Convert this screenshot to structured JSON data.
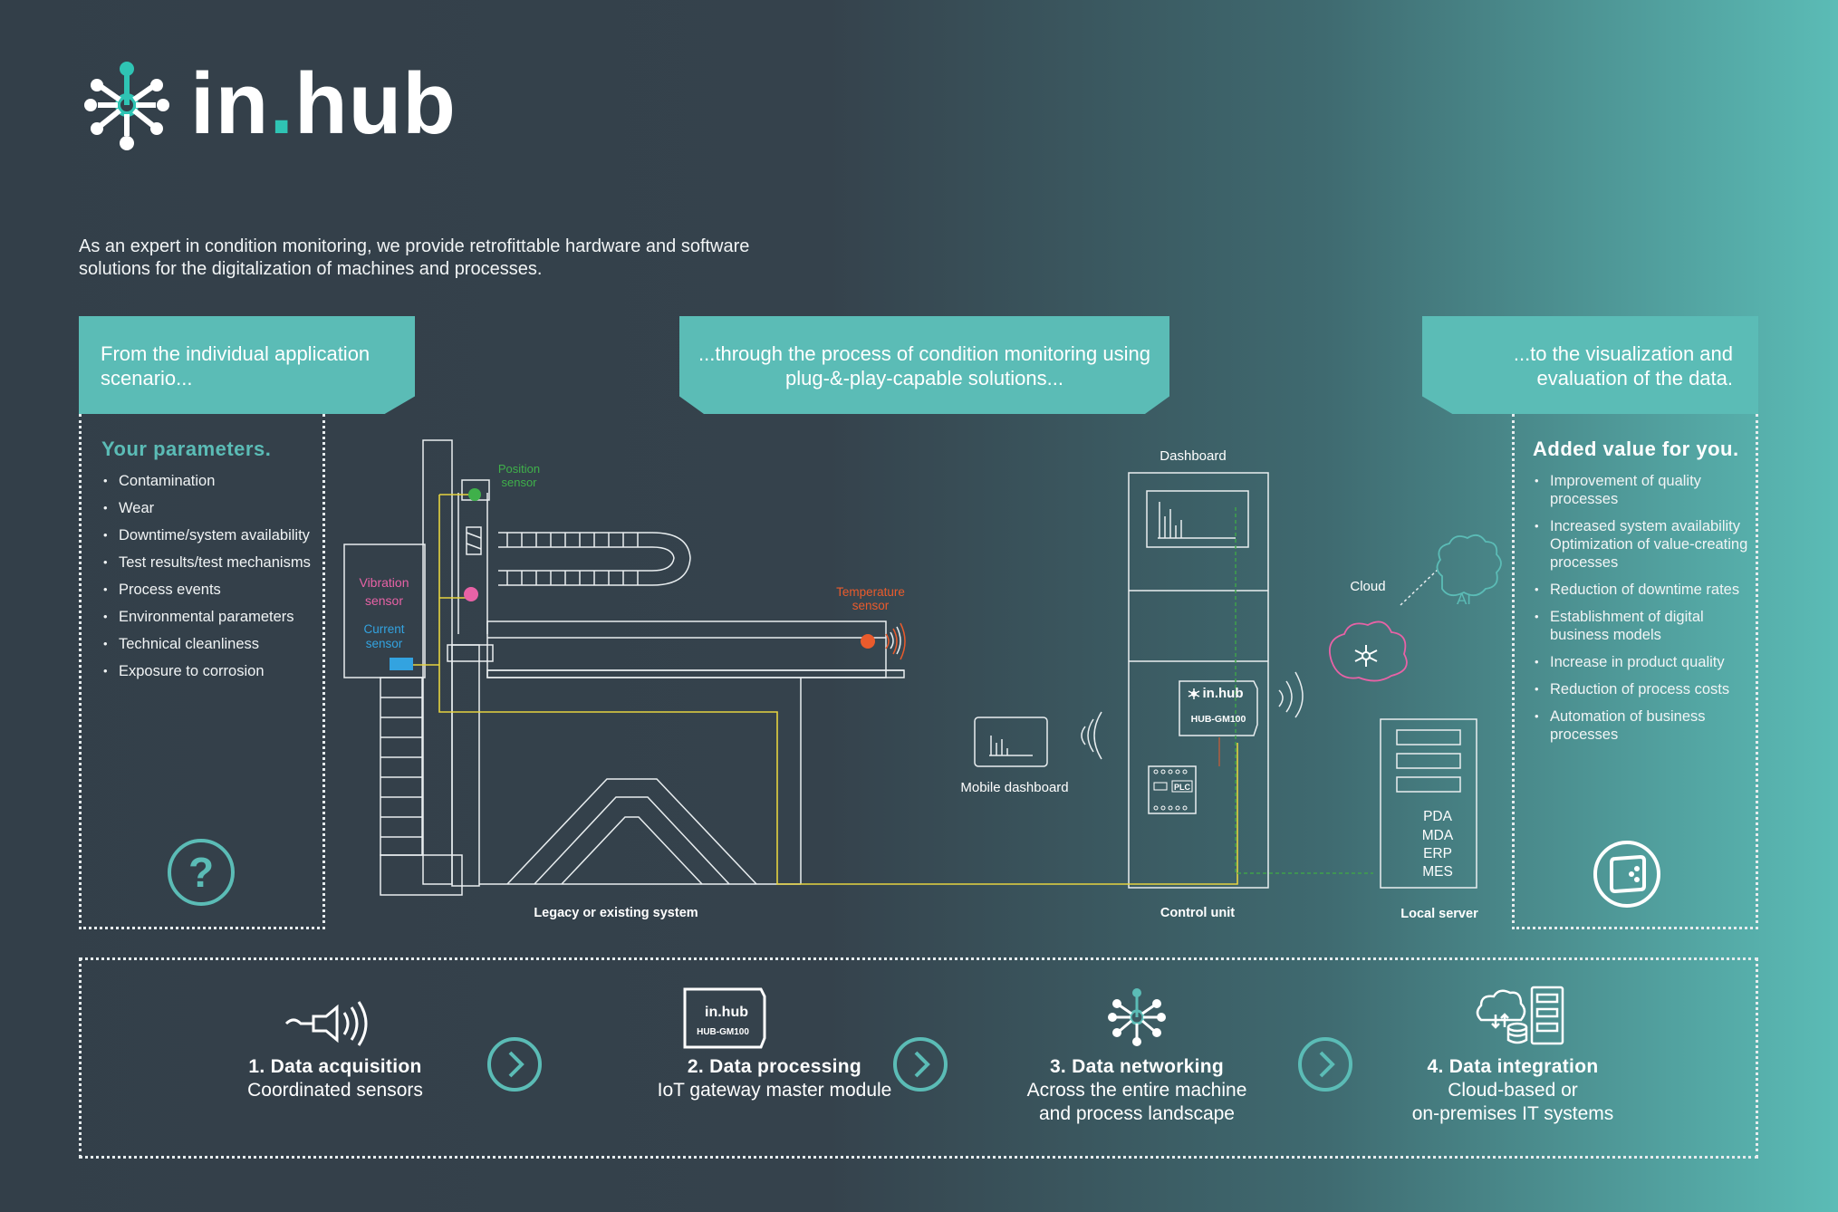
{
  "brand": {
    "name_part1": "in",
    "name_dot": ".",
    "name_part2": "hub"
  },
  "intro": "As an expert in condition monitoring, we provide retrofittable hardware and software solutions for the digitalization of machines and processes.",
  "tabs": {
    "left": "From the individual application scenario...",
    "center": "...through the process of condition monitoring using plug-&-play-capable solutions...",
    "right": "...to the visualization and evaluation of the data."
  },
  "left_panel": {
    "title": "Your parameters.",
    "items": [
      "Contamination",
      "Wear",
      "Downtime/system availability",
      "Test results/test mechanisms",
      "Process events",
      "Environmental parameters",
      "Technical cleanliness",
      "Exposure to corrosion"
    ],
    "icon": "question-icon"
  },
  "right_panel": {
    "title": "Added value for you.",
    "items": [
      "Improvement of quality processes",
      "Increased system availability Optimization of value-creating processes",
      "Reduction of downtime rates",
      "Establishment of digital business models",
      "Increase in product quality",
      "Reduction of process costs",
      "Automation of business processes"
    ],
    "icon": "dashboard-device-icon"
  },
  "diagram": {
    "position_sensor": [
      "Position",
      "sensor"
    ],
    "vibration_sensor": [
      "Vibration",
      "sensor"
    ],
    "current_sensor": [
      "Current",
      "sensor"
    ],
    "temperature_sensor": [
      "Temperature",
      "sensor"
    ],
    "dashboard": "Dashboard",
    "cloud": "Cloud",
    "ai": "AI",
    "mobile_dashboard": "Mobile dashboard",
    "hub_logo": "in.hub",
    "hub_model": "HUB-GM100",
    "plc": "PLC",
    "server_labels": [
      "PDA",
      "MDA",
      "ERP",
      "MES"
    ],
    "legacy_label": "Legacy or existing system",
    "control_label": "Control unit",
    "server_label": "Local server"
  },
  "steps": [
    {
      "title": "1. Data acquisition",
      "lines": [
        "Coordinated sensors"
      ],
      "icon": "sensor-icon"
    },
    {
      "title": "2. Data processing",
      "lines": [
        "IoT gateway master module"
      ],
      "icon": "gateway-module-icon"
    },
    {
      "title": "3. Data networking",
      "lines": [
        "Across the entire machine",
        "and process landscape"
      ],
      "icon": "network-hub-icon"
    },
    {
      "title": "4. Data integration",
      "lines": [
        "Cloud-based or",
        "on-premises IT systems"
      ],
      "icon": "cloud-server-icon"
    }
  ],
  "colors": {
    "accent": "#5bbcb6",
    "background": "#333f49",
    "wire_yellow": "#e5d340",
    "wire_green": "#3fa14b",
    "position": "#3fb04a",
    "vibration": "#e862a6",
    "current": "#33a3e0",
    "temperature": "#ea5b2c"
  }
}
